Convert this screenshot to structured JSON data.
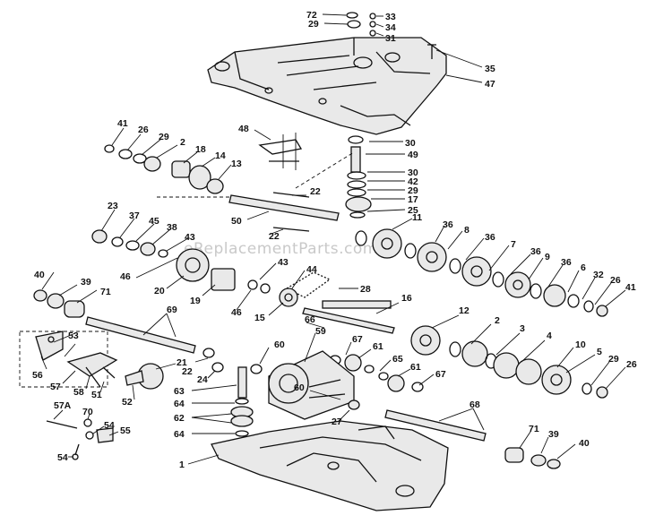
{
  "watermark": "eReplacementParts.com",
  "callouts": [
    {
      "id": "c72",
      "label": "72"
    },
    {
      "id": "c29a",
      "label": "29"
    },
    {
      "id": "c33",
      "label": "33"
    },
    {
      "id": "c34",
      "label": "34"
    },
    {
      "id": "c31",
      "label": "31"
    },
    {
      "id": "c35",
      "label": "35"
    },
    {
      "id": "c47",
      "label": "47"
    },
    {
      "id": "c41a",
      "label": "41"
    },
    {
      "id": "c26a",
      "label": "26"
    },
    {
      "id": "c29b",
      "label": "29"
    },
    {
      "id": "c2a",
      "label": "2"
    },
    {
      "id": "c18",
      "label": "18"
    },
    {
      "id": "c14",
      "label": "14"
    },
    {
      "id": "c13",
      "label": "13"
    },
    {
      "id": "c48",
      "label": "48"
    },
    {
      "id": "c30a",
      "label": "30"
    },
    {
      "id": "c49",
      "label": "49"
    },
    {
      "id": "c30b",
      "label": "30"
    },
    {
      "id": "c42",
      "label": "42"
    },
    {
      "id": "c29c",
      "label": "29"
    },
    {
      "id": "c17",
      "label": "17"
    },
    {
      "id": "c25",
      "label": "25"
    },
    {
      "id": "c22a",
      "label": "22"
    },
    {
      "id": "c50",
      "label": "50"
    },
    {
      "id": "c22b",
      "label": "22"
    },
    {
      "id": "c23",
      "label": "23"
    },
    {
      "id": "c37",
      "label": "37"
    },
    {
      "id": "c45",
      "label": "45"
    },
    {
      "id": "c38",
      "label": "38"
    },
    {
      "id": "c43a",
      "label": "43"
    },
    {
      "id": "c11",
      "label": "11"
    },
    {
      "id": "c36a",
      "label": "36"
    },
    {
      "id": "c8",
      "label": "8"
    },
    {
      "id": "c36b",
      "label": "36"
    },
    {
      "id": "c7",
      "label": "7"
    },
    {
      "id": "c36c",
      "label": "36"
    },
    {
      "id": "c9",
      "label": "9"
    },
    {
      "id": "c36d",
      "label": "36"
    },
    {
      "id": "c6",
      "label": "6"
    },
    {
      "id": "c32",
      "label": "32"
    },
    {
      "id": "c26b",
      "label": "26"
    },
    {
      "id": "c41b",
      "label": "41"
    },
    {
      "id": "c46a",
      "label": "46"
    },
    {
      "id": "c20",
      "label": "20"
    },
    {
      "id": "c40a",
      "label": "40"
    },
    {
      "id": "c39a",
      "label": "39"
    },
    {
      "id": "c71a",
      "label": "71"
    },
    {
      "id": "c19",
      "label": "19"
    },
    {
      "id": "c43b",
      "label": "43"
    },
    {
      "id": "c44",
      "label": "44"
    },
    {
      "id": "c28",
      "label": "28"
    },
    {
      "id": "c46b",
      "label": "46"
    },
    {
      "id": "c15",
      "label": "15"
    },
    {
      "id": "c16",
      "label": "16"
    },
    {
      "id": "c69",
      "label": "69"
    },
    {
      "id": "c12",
      "label": "12"
    },
    {
      "id": "c66",
      "label": "66"
    },
    {
      "id": "c53",
      "label": "53"
    },
    {
      "id": "c59",
      "label": "59"
    },
    {
      "id": "c2b",
      "label": "2"
    },
    {
      "id": "c3",
      "label": "3"
    },
    {
      "id": "c4",
      "label": "4"
    },
    {
      "id": "c67a",
      "label": "67"
    },
    {
      "id": "c61a",
      "label": "61"
    },
    {
      "id": "c60a",
      "label": "60"
    },
    {
      "id": "c10",
      "label": "10"
    },
    {
      "id": "c5",
      "label": "5"
    },
    {
      "id": "c29d",
      "label": "29"
    },
    {
      "id": "c26c",
      "label": "26"
    },
    {
      "id": "c65",
      "label": "65"
    },
    {
      "id": "c21",
      "label": "21"
    },
    {
      "id": "c56",
      "label": "56"
    },
    {
      "id": "c57",
      "label": "57"
    },
    {
      "id": "c58",
      "label": "58"
    },
    {
      "id": "c51",
      "label": "51"
    },
    {
      "id": "c52",
      "label": "52"
    },
    {
      "id": "c22c",
      "label": "22"
    },
    {
      "id": "c24",
      "label": "24"
    },
    {
      "id": "c61b",
      "label": "61"
    },
    {
      "id": "c67b",
      "label": "67"
    },
    {
      "id": "c63",
      "label": "63"
    },
    {
      "id": "c64a",
      "label": "64"
    },
    {
      "id": "c60b",
      "label": "60"
    },
    {
      "id": "c62",
      "label": "62"
    },
    {
      "id": "c27",
      "label": "27"
    },
    {
      "id": "c68",
      "label": "68"
    },
    {
      "id": "c57A",
      "label": "57A"
    },
    {
      "id": "c70",
      "label": "70"
    },
    {
      "id": "c54a",
      "label": "54"
    },
    {
      "id": "c55",
      "label": "55"
    },
    {
      "id": "c64b",
      "label": "64"
    },
    {
      "id": "c71b",
      "label": "71"
    },
    {
      "id": "c39b",
      "label": "39"
    },
    {
      "id": "c40b",
      "label": "40"
    },
    {
      "id": "c54b",
      "label": "54"
    },
    {
      "id": "c1",
      "label": "1"
    }
  ]
}
